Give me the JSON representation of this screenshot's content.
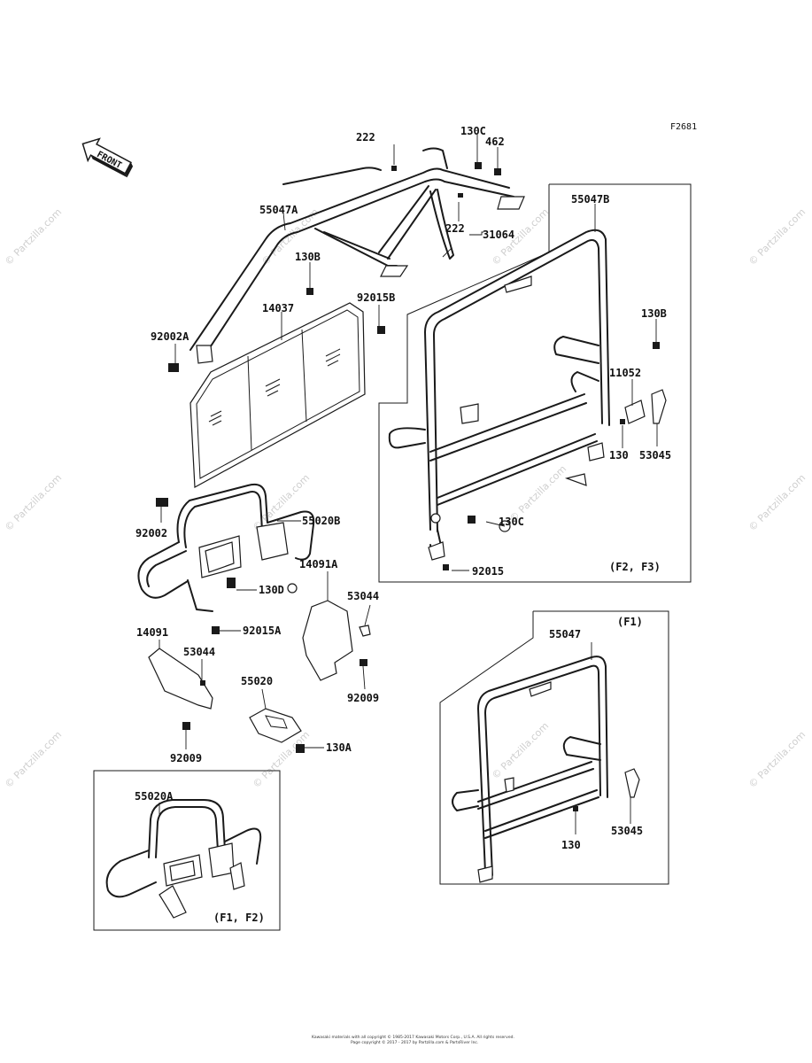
{
  "figure_code": "F2681",
  "front_label": "FRONT",
  "callouts": {
    "c222_top": "222",
    "c130c": "130C",
    "c462": "462",
    "c55047a": "55047A",
    "c222_mid": "222",
    "c31064": "31064",
    "c55047b": "55047B",
    "c130b_left": "130B",
    "c92015b": "92015B",
    "c14037": "14037",
    "c92002a": "92002A",
    "c130b_right": "130B",
    "c11052": "11052",
    "c130_right": "130",
    "c53045_top": "53045",
    "c92002": "92002",
    "c55020b": "55020B",
    "c130c_bottom": "130C",
    "c130d": "130D",
    "c14091a": "14091A",
    "c53044_right": "53044",
    "c92015": "92015",
    "c92015a": "92015A",
    "c14091": "14091",
    "c53044_left": "53044",
    "c55020": "55020",
    "c92009_right": "92009",
    "c92009_left": "92009",
    "c130a": "130A",
    "c55047": "55047",
    "c130_bottom": "130",
    "c53045_bottom": "53045",
    "c55020a": "55020A"
  },
  "variant_labels": {
    "f2_f3": "(F2, F3)",
    "f1": "(F1)",
    "f1_f2": "(F1, F2)"
  },
  "watermark": "© Partzilla.com",
  "copyright_line1": "Kawasaki materials with all copyright © 1985-2017 Kawasaki Motors Corp., U.S.A. All rights reserved.",
  "copyright_line2": "Page copyright © 2017 - 2017 by Partzilla.com & PartsRiver Inc."
}
